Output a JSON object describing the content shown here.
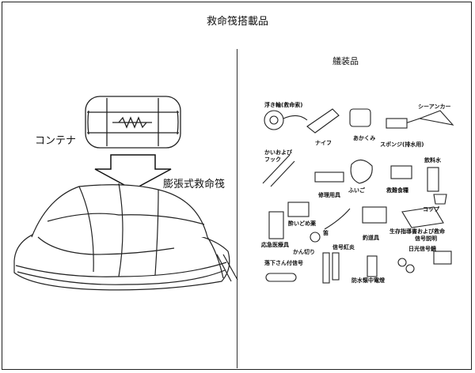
{
  "title": "救命筏搭載品",
  "left": {
    "container_label": "コンテナ",
    "raft_label": "膨張式救命筏"
  },
  "right": {
    "heading": "艤装品",
    "items": [
      "浮き輪(救命索)",
      "ナイフ",
      "あかくみ",
      "シーアンカー",
      "スポンジ(排水用)",
      "かいおよび",
      "フック",
      "ふいご",
      "救難食糧",
      "飲料水",
      "修理用具",
      "コップ",
      "酔いどめ薬",
      "かん切り",
      "笛",
      "釣道具",
      "生存指導書および救命",
      "信号説明",
      "応急医療具",
      "信号紅炎",
      "日光信号鏡",
      "落下さん付信号",
      "防水懐中電燈"
    ]
  }
}
